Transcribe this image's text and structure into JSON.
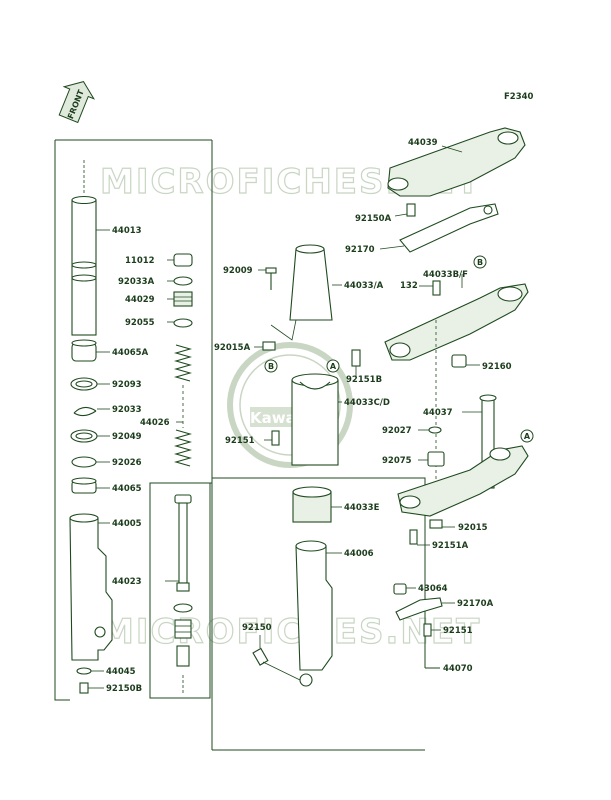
{
  "figure_code": "F2340",
  "front_label": "FRONT",
  "watermark": "MICROFICHES.NET",
  "logo_text": "Kawasaki",
  "callouts": {
    "A": "A",
    "B": "B"
  },
  "parts": [
    {
      "id": "p44039",
      "num": "44039"
    },
    {
      "id": "p92150A",
      "num": "92150A"
    },
    {
      "id": "p92170",
      "num": "92170"
    },
    {
      "id": "p44033BF",
      "num": "44033B/F"
    },
    {
      "id": "p132",
      "num": "132"
    },
    {
      "id": "p92160",
      "num": "92160"
    },
    {
      "id": "p44037",
      "num": "44037"
    },
    {
      "id": "p92027",
      "num": "92027"
    },
    {
      "id": "p92075",
      "num": "92075"
    },
    {
      "id": "p92015",
      "num": "92015"
    },
    {
      "id": "p92151A",
      "num": "92151A"
    },
    {
      "id": "p43064",
      "num": "43064"
    },
    {
      "id": "p92170A",
      "num": "92170A"
    },
    {
      "id": "p92151b",
      "num": "92151"
    },
    {
      "id": "p44070",
      "num": "44070"
    },
    {
      "id": "p44006",
      "num": "44006"
    },
    {
      "id": "p44033E",
      "num": "44033E"
    },
    {
      "id": "p92150",
      "num": "92150"
    },
    {
      "id": "p92009",
      "num": "92009"
    },
    {
      "id": "p44033A",
      "num": "44033/A"
    },
    {
      "id": "p92015A",
      "num": "92015A"
    },
    {
      "id": "p92151B",
      "num": "92151B"
    },
    {
      "id": "p44033CD",
      "num": "44033C/D"
    },
    {
      "id": "p92151a",
      "num": "92151"
    },
    {
      "id": "p44013",
      "num": "44013"
    },
    {
      "id": "p11012",
      "num": "11012"
    },
    {
      "id": "p92033A",
      "num": "92033A"
    },
    {
      "id": "p44029",
      "num": "44029"
    },
    {
      "id": "p92055",
      "num": "92055"
    },
    {
      "id": "p44065A",
      "num": "44065A"
    },
    {
      "id": "p92093",
      "num": "92093"
    },
    {
      "id": "p92033",
      "num": "92033"
    },
    {
      "id": "p44026",
      "num": "44026"
    },
    {
      "id": "p92049",
      "num": "92049"
    },
    {
      "id": "p92026",
      "num": "92026"
    },
    {
      "id": "p44065",
      "num": "44065"
    },
    {
      "id": "p44005",
      "num": "44005"
    },
    {
      "id": "p44023",
      "num": "44023"
    },
    {
      "id": "p44045",
      "num": "44045"
    },
    {
      "id": "p92150B",
      "num": "92150B"
    }
  ]
}
